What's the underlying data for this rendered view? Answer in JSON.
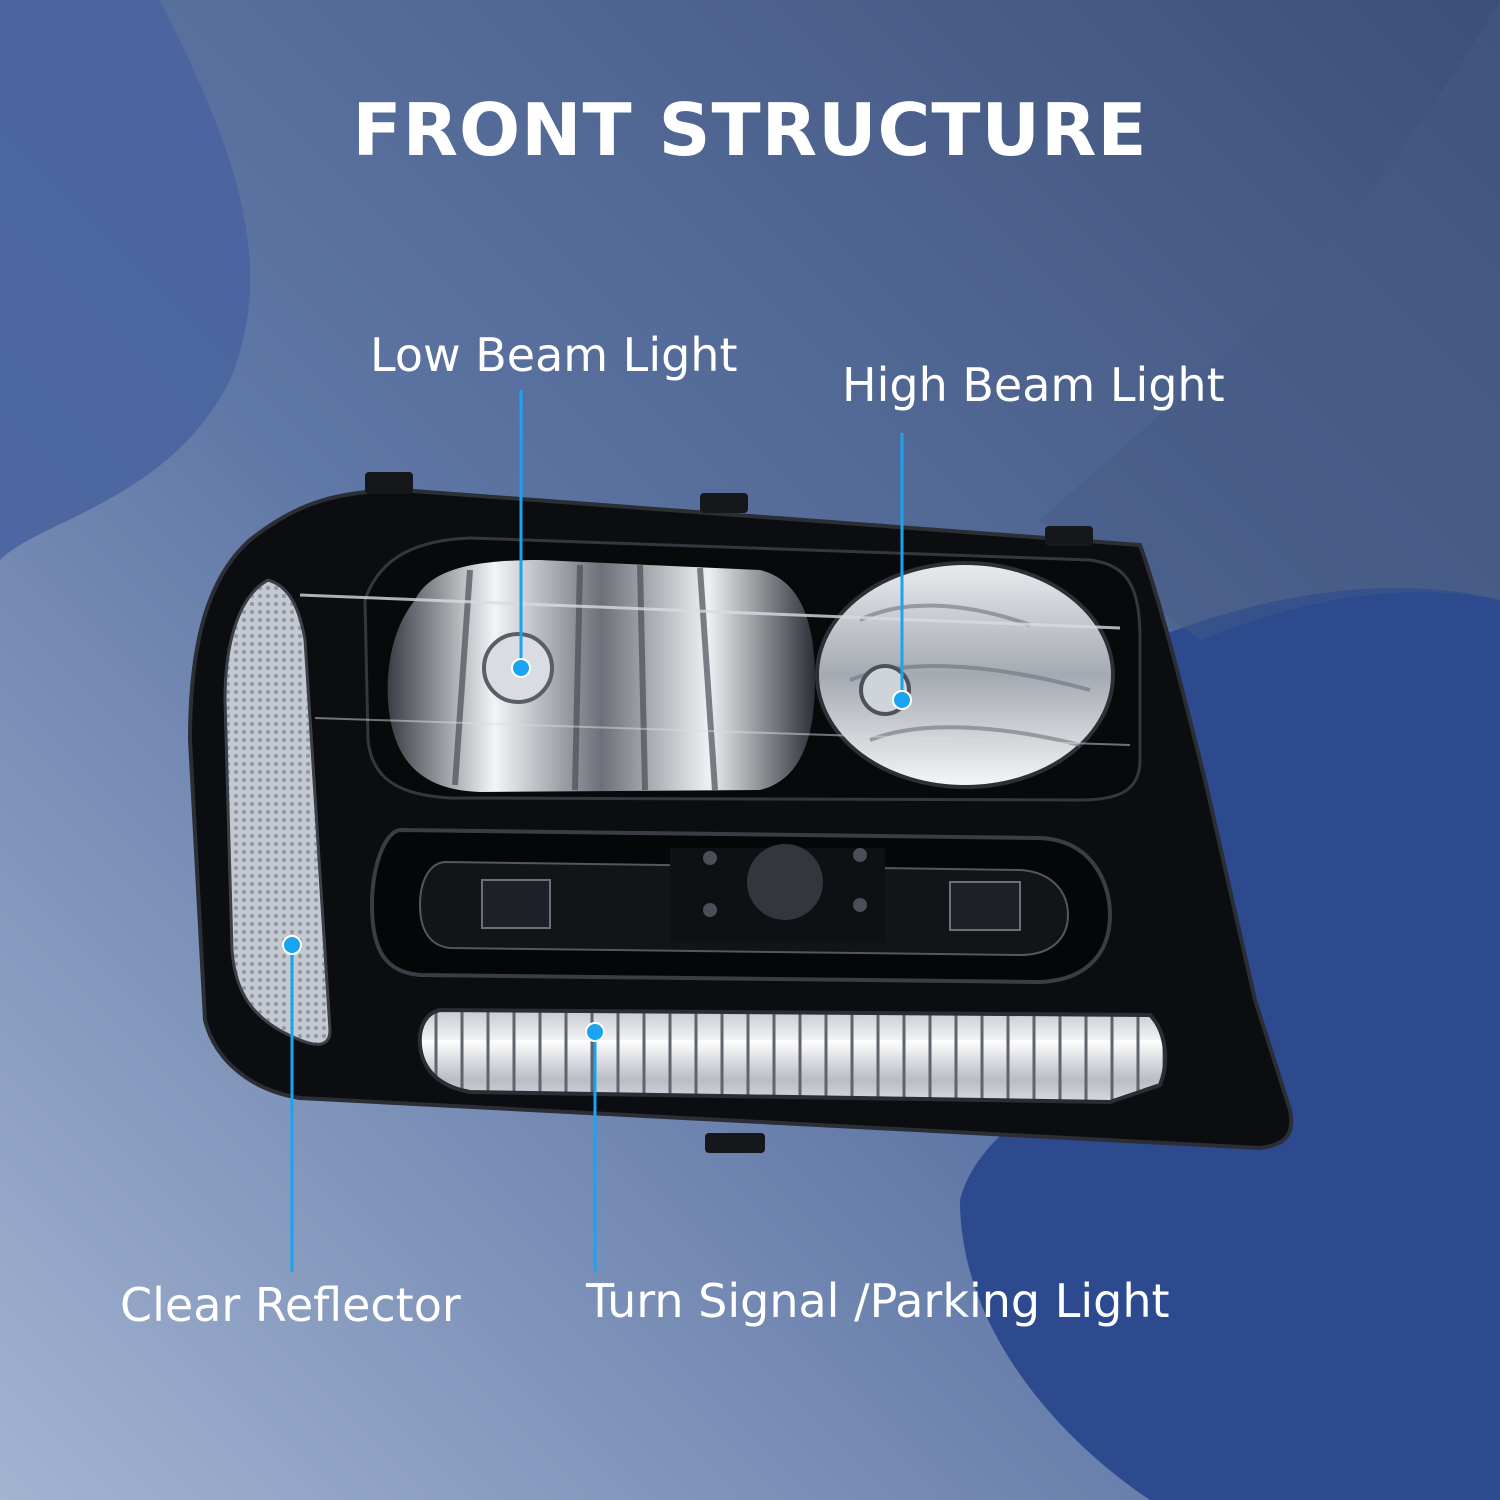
{
  "title": "FRONT STRUCTURE",
  "callouts": {
    "low_beam": "Low Beam Light",
    "high_beam": "High Beam Light",
    "clear_reflector": "Clear Reflector",
    "turn_signal": "Turn Signal /Parking Light"
  },
  "colors": {
    "background_dark": "#3f557f",
    "background_light": "#8fa3c6",
    "accent_blob": "#2e4a8e",
    "callout_accent": "#1aa3f0",
    "text": "#ffffff",
    "housing": "#0c0d10"
  }
}
